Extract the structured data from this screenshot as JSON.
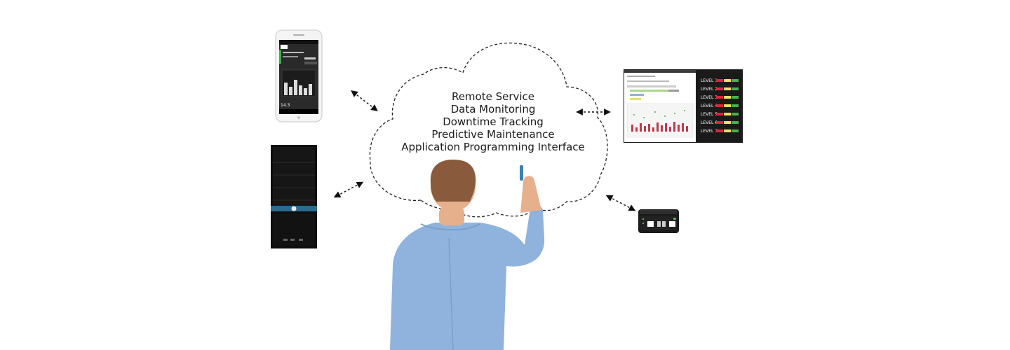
{
  "cloud": {
    "lines": [
      "Remote Service",
      "Data Monitoring",
      "Downtime Tracking",
      "Predictive Maintenance",
      "Application Programming Interface"
    ]
  },
  "dashboard": {
    "levels": [
      "LEVEL 1",
      "LEVEL 2",
      "LEVEL 3",
      "LEVEL 4",
      "LEVEL 5",
      "LEVEL 6",
      "LEVEL 7"
    ]
  },
  "phone": {
    "reading": "14.3"
  },
  "colors": {
    "shirt": "#8fb3dc",
    "cloud_stroke": "#222222",
    "status_red": "#d9263c",
    "status_yellow": "#e9e06a",
    "status_green": "#4caf50",
    "led_blue": "#3d7fb8"
  },
  "icons": [
    "smartphone-icon",
    "server-tower-icon",
    "monitor-dashboard-icon",
    "network-gateway-icon"
  ]
}
